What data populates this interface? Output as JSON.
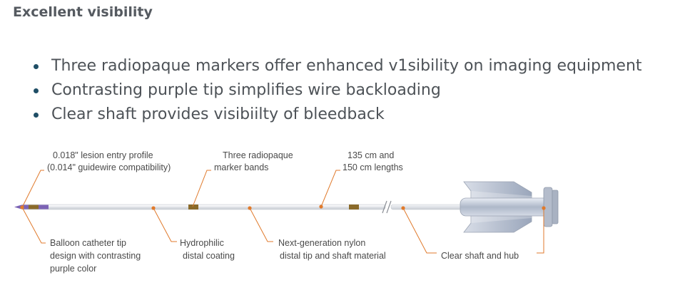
{
  "heading": "Excellent visibility",
  "bullets": [
    "Three radiopaque markers offer enhanced v1sibility on imaging equipment",
    "Contrasting purple tip simplifies wire backloading",
    "Clear shaft provides visibiilty of bleedback"
  ],
  "diagram": {
    "callouts": {
      "lesion_entry_line1": "0.018\" lesion entry profile",
      "lesion_entry_line2": "(0.014\" guidewire compatibility)",
      "markers_line1": "Three radiopaque",
      "markers_line2": "marker bands",
      "lengths_line1": "135 cm and",
      "lengths_line2": "150 cm lengths",
      "tip_line1": "Balloon catheter tip",
      "tip_line2": "design with contrasting",
      "tip_line3": "purple color",
      "coating_line1": "Hydrophilic",
      "coating_line2": "distal coating",
      "nylon_line1": "Next-generation nylon",
      "nylon_line2": "distal tip and shaft material",
      "hub": "Clear shaft and hub"
    },
    "colors": {
      "leader": "#e07a2c",
      "tip": "#7b63b4",
      "marker": "#8a6a2a",
      "shaft": "#e6e8ec",
      "hub": "#b9c2d2"
    }
  }
}
